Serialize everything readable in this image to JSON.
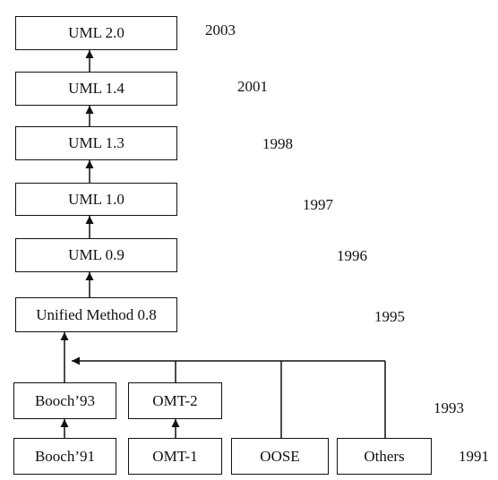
{
  "versions": [
    {
      "label": "UML 2.0",
      "year": "2003"
    },
    {
      "label": "UML 1.4",
      "year": "2001"
    },
    {
      "label": "UML 1.3",
      "year": "1998"
    },
    {
      "label": "UML 1.0",
      "year": "1997"
    },
    {
      "label": "UML 0.9",
      "year": "1996"
    },
    {
      "label": "Unified Method 0.8",
      "year": "1995"
    }
  ],
  "mid_row": {
    "booch": "Booch’93",
    "omt": "OMT-2",
    "year": "1993"
  },
  "bottom_row": {
    "booch": "Booch’91",
    "omt": "OMT-1",
    "oose": "OOSE",
    "others": "Others",
    "year": "1991"
  },
  "colors": {
    "stroke": "#111111",
    "background": "#ffffff"
  }
}
